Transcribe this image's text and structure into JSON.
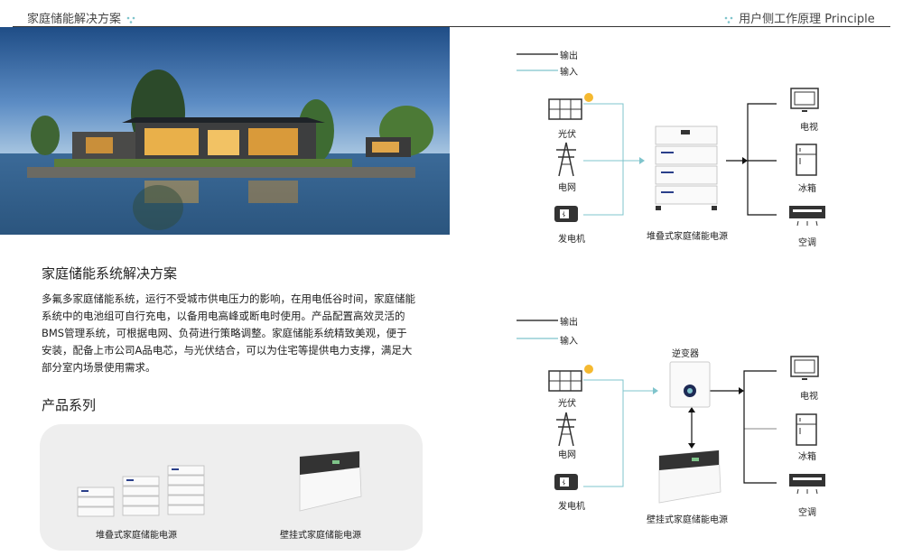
{
  "header": {
    "left_title": "家庭储能解决方案",
    "right_title": "用户侧工作原理 Principle"
  },
  "content": {
    "section_title": "家庭储能系统解决方案",
    "description": "多氟多家庭储能系统，运行不受城市供电压力的影响，在用电低谷时间，家庭储能系统中的电池组可自行充电，以备用电高峰或断电时使用。产品配置高效灵活的BMS管理系统，可根据电网、负荷进行策略调整。家庭储能系统精致美观，便于安装，配备上市公司A品电芯，与光伏结合，可以为住宅等提供电力支撑，满足大部分室内场景使用需求。",
    "products_title": "产品系列",
    "products": [
      {
        "label": "堆叠式家庭储能电源"
      },
      {
        "label": "壁挂式家庭储能电源"
      }
    ]
  },
  "diagram_top": {
    "legend_output": "输出",
    "legend_input": "输入",
    "sources": [
      "光伏",
      "电网",
      "发电机"
    ],
    "center_label": "堆叠式家庭储能电源",
    "loads": [
      "电视",
      "冰箱",
      "空调"
    ]
  },
  "diagram_bottom": {
    "legend_output": "输出",
    "legend_input": "输入",
    "sources": [
      "光伏",
      "电网",
      "发电机"
    ],
    "inverter_label": "逆变器",
    "center_label": "壁挂式家庭储能电源",
    "loads": [
      "电视",
      "冰箱",
      "空调"
    ]
  },
  "colors": {
    "input_line": "#7fc4cc",
    "output_line": "#111111",
    "product_box": "#eeeeee"
  },
  "icons": [
    "sparkle-icon",
    "solar-panel-icon",
    "sun-icon",
    "power-tower-icon",
    "generator-icon",
    "tv-icon",
    "fridge-icon",
    "air-conditioner-icon",
    "battery-stack-icon",
    "inverter-icon",
    "wall-battery-icon"
  ]
}
